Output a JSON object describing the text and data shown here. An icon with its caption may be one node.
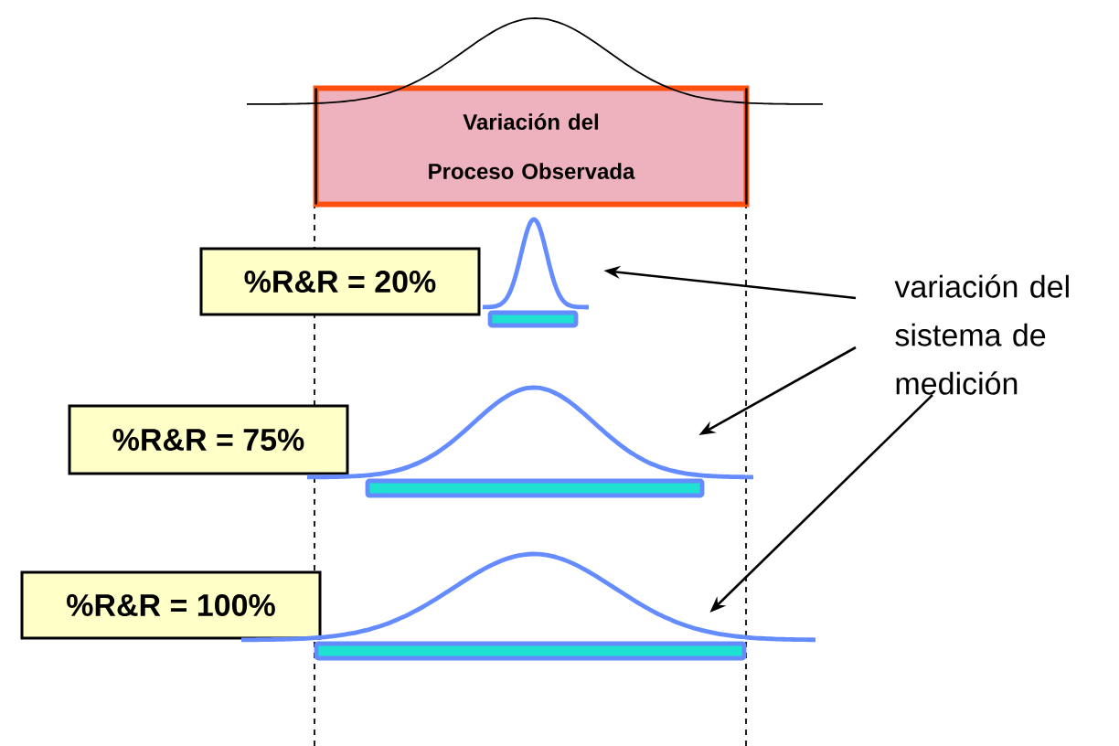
{
  "diagram": {
    "nodes": [
      {
        "text": [
          "Variación del Proceso Observada"
        ]
      },
      {
        "text": [
          "%R&R = 20%"
        ]
      },
      {
        "text": [
          "%R&R = 75%"
        ]
      },
      {
        "text": [
          "%R&R = 100%"
        ]
      },
      {
        "text": [
          "variación del sistema de medición"
        ]
      },
      {
        "text": [],
        "shape": "curve"
      },
      {
        "text": [],
        "shape": "curve"
      },
      {
        "text": [],
        "shape": "curve"
      }
    ],
    "edges": [
      {
        "from": 4,
        "to": 5,
        "arrow": "to"
      },
      {
        "from": 4,
        "to": 6,
        "arrow": "to"
      },
      {
        "from": 4,
        "to": 7,
        "arrow": "to"
      }
    ]
  }
}
